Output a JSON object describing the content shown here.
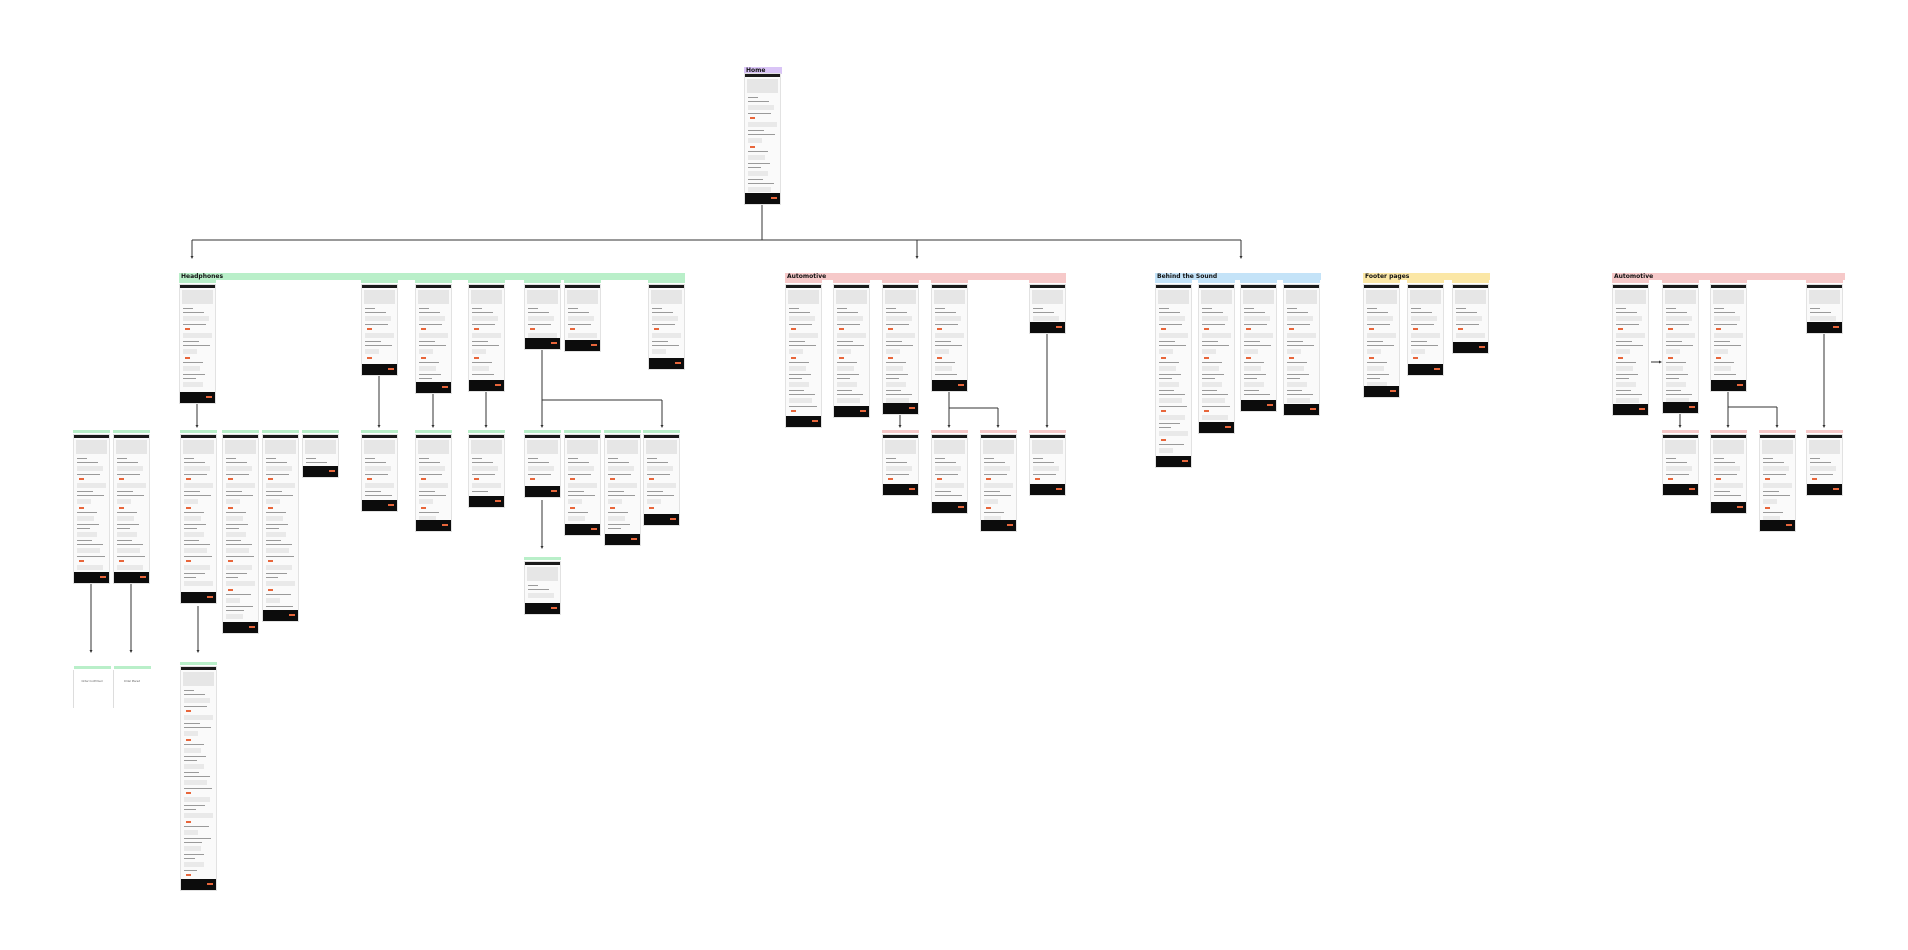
{
  "title": "Sitemap",
  "colors": {
    "headphones": "#b9efc9",
    "automotive": "#f6c9c9",
    "behind_the_sound": "#c4e3f8",
    "footer_pages": "#fbe7a6",
    "home": "#d9c4f6",
    "footer": "#0c0c0c",
    "accent": "#e8663b",
    "connector": "#333333"
  },
  "sections": {
    "home": "Home",
    "headphones": "Headphones",
    "automotive": "Automotive",
    "behind_the_sound": "Behind the Sound",
    "footer_pages": "Footer pages",
    "automotive_2": "Automotive"
  },
  "blank_pages": {
    "page_1": "Order Confirmed",
    "page_2": "Order Placed"
  }
}
